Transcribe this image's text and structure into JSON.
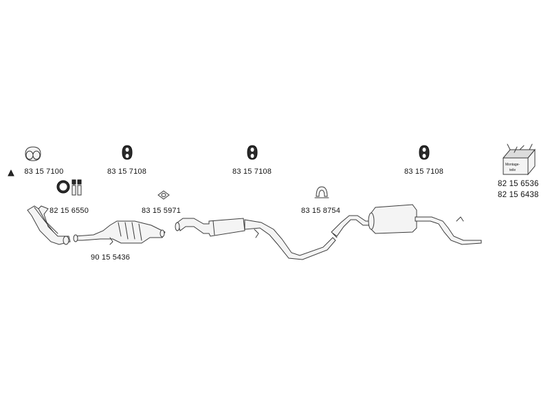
{
  "parts": {
    "gasket_front": {
      "marker": "▲",
      "number": "83 15 7100"
    },
    "hanger_1": {
      "number": "83 15 7108"
    },
    "hanger_2": {
      "number": "83 15 7108"
    },
    "hanger_3": {
      "number": "83 15 7108"
    },
    "clamp_bolts": {
      "number": "82 15 6550"
    },
    "gasket_cat": {
      "number": "83 15 5971"
    },
    "clamp_u": {
      "number": "83 15  8754"
    },
    "catalytic_converter": {
      "number": "90 15 5436"
    },
    "mounting_kit": {
      "box_text_1": "Montage-",
      "box_text_2": "teile",
      "number_1": "82 15 6536",
      "number_2": "82 15 6438"
    }
  }
}
